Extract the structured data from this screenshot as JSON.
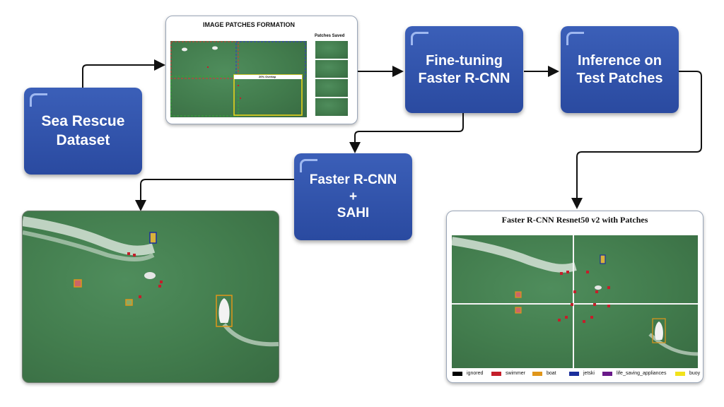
{
  "boxes": {
    "dataset": "Sea Rescue\nDataset",
    "finetune": "Fine-tuning\nFaster R-CNN",
    "inference": "Inference on\nTest Patches",
    "sahi": "Faster R-CNN\n+\nSAHI"
  },
  "patches": {
    "title": "IMAGE PATCHES FORMATION",
    "saved_label": "Patches Saved",
    "overlap_label": "20% Overlap"
  },
  "result": {
    "title": "Faster R-CNN Resnet50 v2  with Patches",
    "legend": [
      {
        "label": "ignored",
        "color": "#000000"
      },
      {
        "label": "swimmer",
        "color": "#c41e2a"
      },
      {
        "label": "boat",
        "color": "#e0961a"
      },
      {
        "label": "jetski",
        "color": "#1b2f9c"
      },
      {
        "label": "life_saving_appliances",
        "color": "#6a1a8a"
      },
      {
        "label": "buoy",
        "color": "#f2e21b"
      }
    ]
  },
  "colors": {
    "box": "#2f4fa6",
    "arrow": "#111111",
    "swimmer": "#c41e2a",
    "boat": "#e0961a",
    "jetski": "#1b2f9c",
    "buoy": "#f2e21b"
  }
}
